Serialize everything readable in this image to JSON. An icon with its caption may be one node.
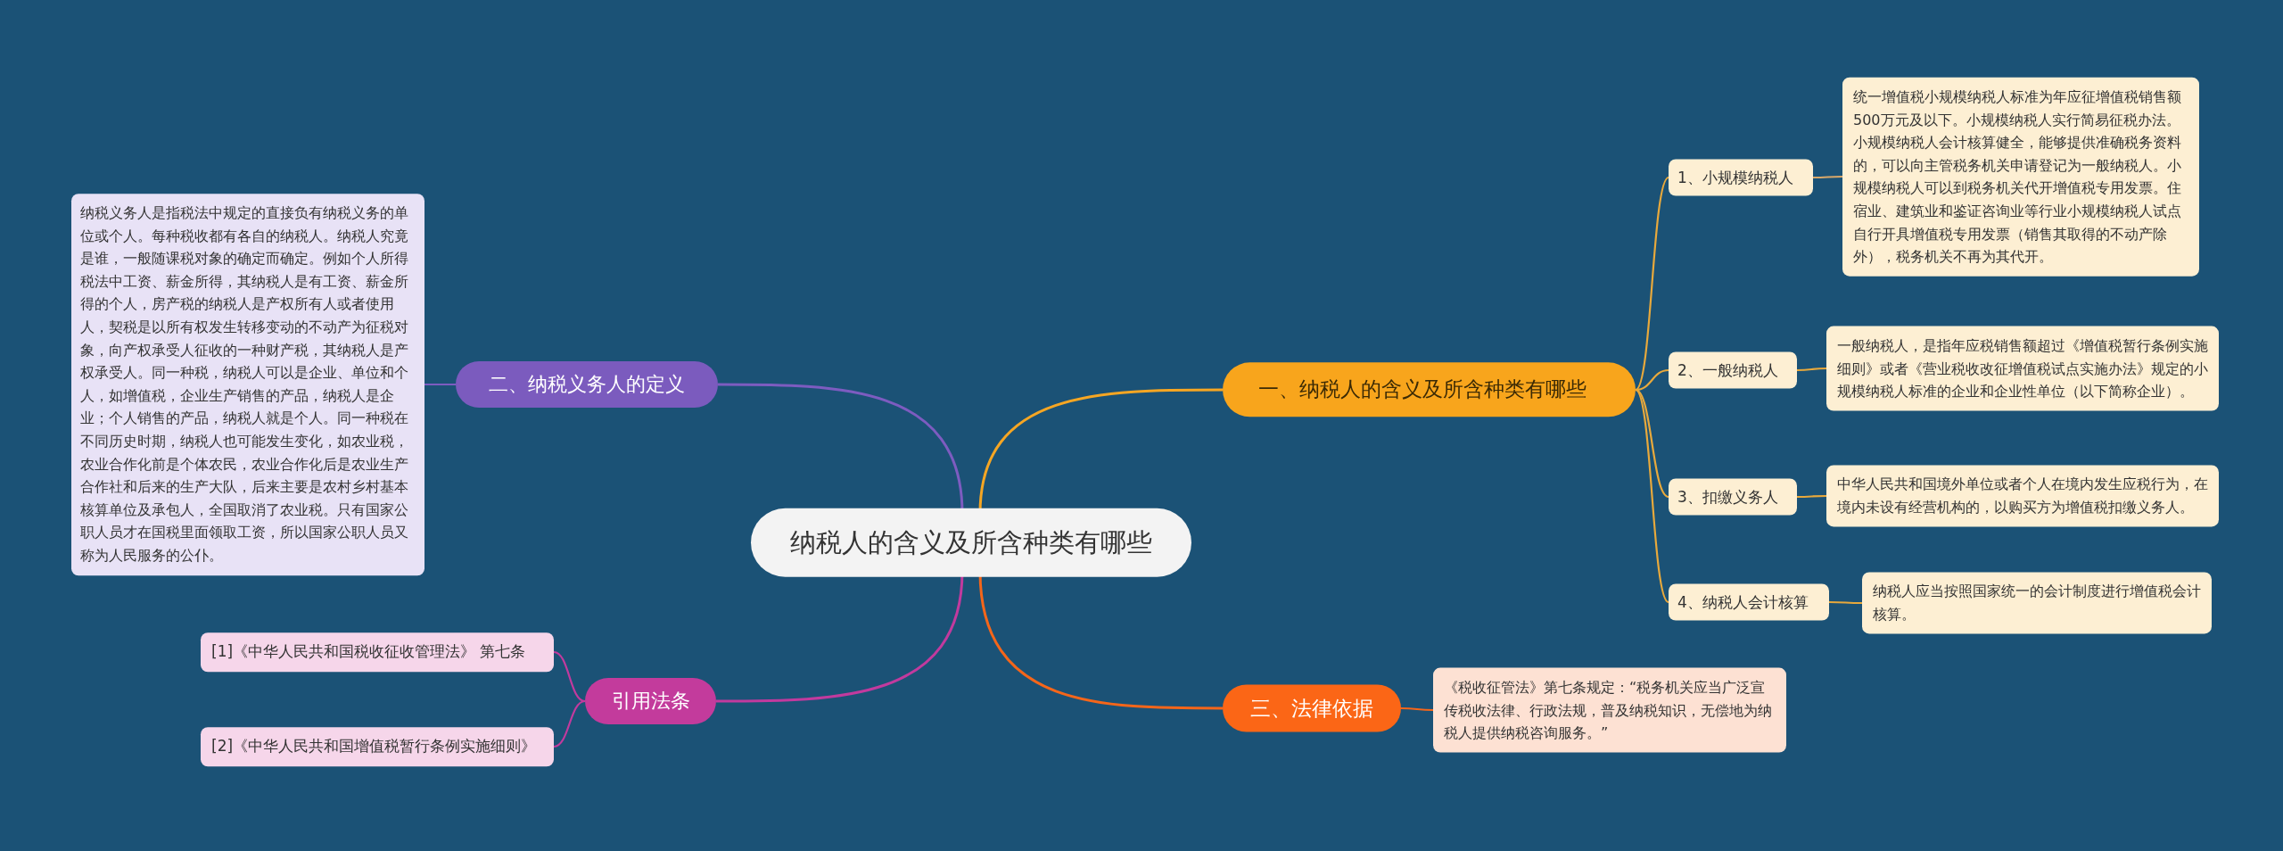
{
  "diagram": {
    "nodes": [
      {
        "text": [
          "纳税人的含义及所含种类有哪些"
        ]
      },
      {
        "text": [
          "一、纳税人的含义及所含种类有哪些"
        ]
      },
      {
        "text": [
          "1、小规模纳税人"
        ]
      },
      {
        "text": [
          "统一增值税小规模纳税人标准为年应征增值税销售额500万元及以下。小规模纳税人实行简易征税办法。小规模纳税人会计核算健全，能够提供准确税务资料的，可以向主管税务机关申请登记为一般纳税人。小规模纳税人可以到税务机关代开增值税专用发票。住宿业、建筑业和鉴证咨询业等行业小规模纳税人试点自行开具增值税专用发票（销售其取得的不动产除外），税务机关不再为其代开。"
        ]
      },
      {
        "text": [
          "2、一般纳税人"
        ]
      },
      {
        "text": [
          "一般纳税人，是指年应税销售额超过《增值税暂行条例实施细则》或者《营业税收改征增值税试点实施办法》规定的小规模纳税人标准的企业和企业性单位（以下简称企业）。"
        ]
      },
      {
        "text": [
          "3、扣缴义务人"
        ]
      },
      {
        "text": [
          "中华人民共和国境外单位或者个人在境内发生应税行为，在境内未设有经营机构的，以购买方为增值税扣缴义务人。"
        ]
      },
      {
        "text": [
          "4、纳税人会计核算"
        ]
      },
      {
        "text": [
          "纳税人应当按照国家统一的会计制度进行增值税会计核算。"
        ]
      },
      {
        "text": [
          "三、法律依据"
        ]
      },
      {
        "text": [
          "《税收征管法》第七条规定：“税务机关应当广泛宣传税收法律、行政法规，普及纳税知识，无偿地为纳税人提供纳税咨询服务。”"
        ]
      },
      {
        "text": [
          "二、纳税义务人的定义"
        ]
      },
      {
        "text": [
          "纳税义务人是指税法中规定的直接负有纳税义务的单位或个人。每种税收都有各自的纳税人。纳税人究竟是谁，一般随课税对象的确定而确定。例如个人所得税法中工资、薪金所得，其纳税人是有工资、薪金所得的个人，房产税的纳税人是产权所有人或者使用人，契税是以所有权发生转移变动的不动产为征税对象，向产权承受人征收的一种财产税，其纳税人是产权承受人。同一种税，纳税人可以是企业、单位和个人，如增值税，企业生产销售的产品，纳税人是企业；个人销售的产品，纳税人就是个人。同一种税在不同历史时期，纳税人也可能发生变化，如农业税，农业合作化前是个体农民，农业合作化后是农业生产合作社和后来的生产大队，后来主要是农村乡村基本核算单位及承包人，全国取消了农业税。只有国家公职人员才在国税里面领取工资，所以国家公职人员又称为人民服务的公仆。"
        ]
      },
      {
        "text": [
          "引用法条"
        ]
      },
      {
        "text": [
          "[1]《中华人民共和国税收征收管理法》 第七条"
        ]
      },
      {
        "text": [
          "[2]《中华人民共和国增值税暂行条例实施细则》"
        ]
      }
    ],
    "edges": [
      {
        "from": 0,
        "to": 1,
        "arrow": "none",
        "color": "#f6a623"
      },
      {
        "from": 1,
        "to": 2,
        "arrow": "none",
        "color": "#e8a93c"
      },
      {
        "from": 2,
        "to": 3,
        "arrow": "none",
        "color": "#d9a86a"
      },
      {
        "from": 1,
        "to": 4,
        "arrow": "none",
        "color": "#e8a93c"
      },
      {
        "from": 4,
        "to": 5,
        "arrow": "none",
        "color": "#e8a93c"
      },
      {
        "from": 1,
        "to": 6,
        "arrow": "none",
        "color": "#e8a93c"
      },
      {
        "from": 6,
        "to": 7,
        "arrow": "none",
        "color": "#e8a93c"
      },
      {
        "from": 1,
        "to": 8,
        "arrow": "none",
        "color": "#e8a93c"
      },
      {
        "from": 8,
        "to": 9,
        "arrow": "none",
        "color": "#e8a93c"
      },
      {
        "from": 0,
        "to": 10,
        "arrow": "none",
        "color": "#f5661a"
      },
      {
        "from": 10,
        "to": 11,
        "arrow": "none",
        "color": "#f5661a"
      },
      {
        "from": 0,
        "to": 12,
        "arrow": "none",
        "color": "#7d5cc0"
      },
      {
        "from": 12,
        "to": 13,
        "arrow": "none",
        "color": "#7d5cc0"
      },
      {
        "from": 0,
        "to": 14,
        "arrow": "none",
        "color": "#c23a9e"
      },
      {
        "from": 14,
        "to": 15,
        "arrow": "none",
        "color": "#c23a9e"
      },
      {
        "from": 14,
        "to": 16,
        "arrow": "none",
        "color": "#c23a9e"
      }
    ]
  }
}
